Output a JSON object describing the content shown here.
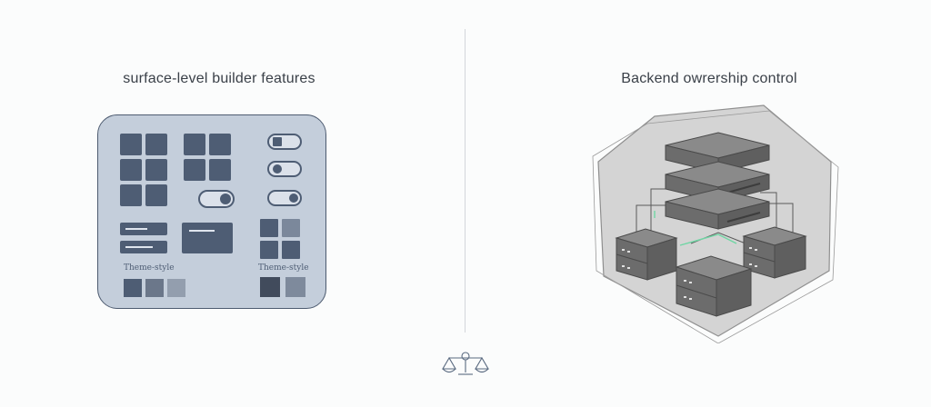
{
  "left": {
    "heading": "surface-level builder features",
    "theme_caption_left": "Theme-style",
    "theme_caption_right": "Theme-style"
  },
  "right": {
    "heading": "Backend owrership control"
  },
  "colors": {
    "panel_fill": "#c4cedb",
    "panel_border": "#4d5b70",
    "element": "#4e5d74",
    "server_body": "#707070",
    "hexagon_fill": "#d4d4d4",
    "connector_green": "#6fd6a4"
  },
  "icons": {
    "footer": "balance-scale-icon"
  }
}
